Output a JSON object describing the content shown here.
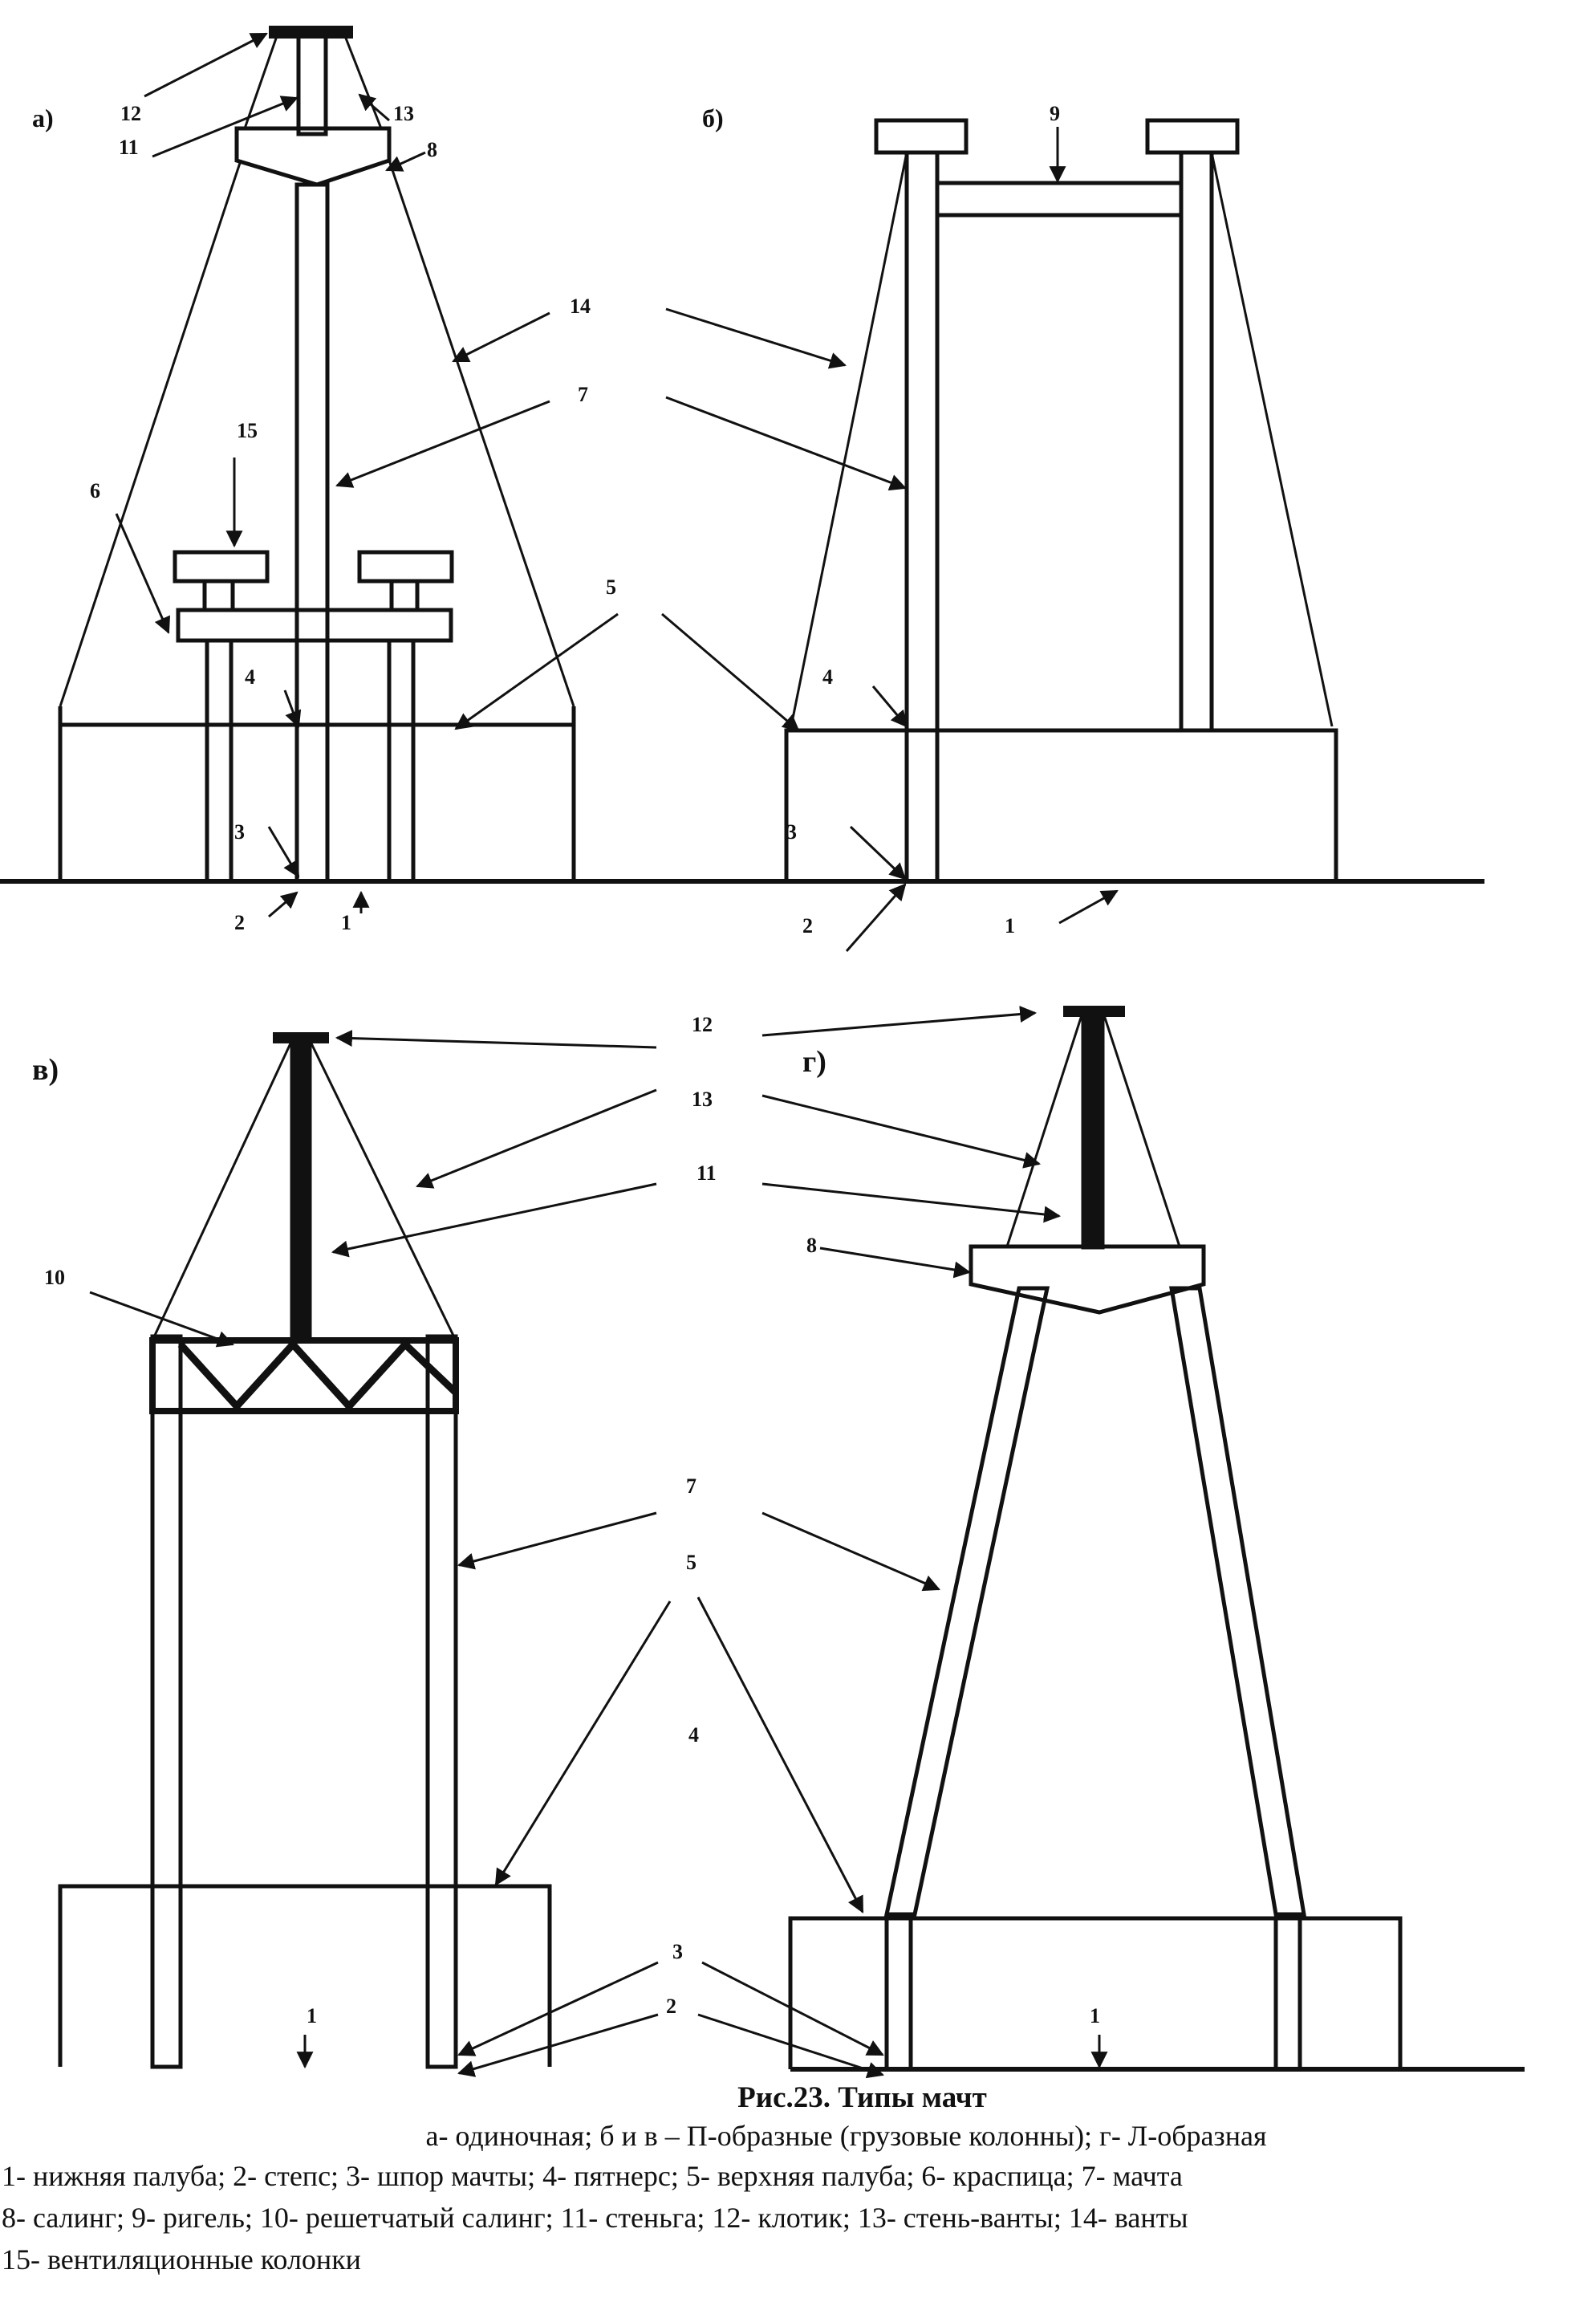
{
  "figure": {
    "panels": {
      "a": "а)",
      "b": "б)",
      "v": "в)",
      "g": "г)"
    },
    "callouts": {
      "a": [
        "12",
        "11",
        "13",
        "8",
        "14",
        "7",
        "15",
        "6",
        "5",
        "4",
        "3",
        "2",
        "1"
      ],
      "b": [
        "9",
        "4",
        "3",
        "2",
        "1"
      ],
      "v": [
        "12",
        "13",
        "11",
        "10",
        "7",
        "5",
        "4",
        "3",
        "2",
        "1"
      ],
      "g": [
        "8",
        "1"
      ]
    },
    "caption": {
      "title": "Рис.23. Типы мачт",
      "subtitle": "а- одиночная; б  и в – П-образные (грузовые колонны); г- Л-образная",
      "legend_lines": [
        "1- нижняя палуба; 2- степс; 3- шпор мачты; 4- пятнерс; 5- верхняя палуба; 6- краспица; 7- мачта",
        "8- салинг; 9- ригель; 10- решетчатый салинг; 11- стеньга; 12- клотик; 13- стень-ванты; 14- ванты",
        "15- вентиляционные колонки"
      ]
    }
  }
}
